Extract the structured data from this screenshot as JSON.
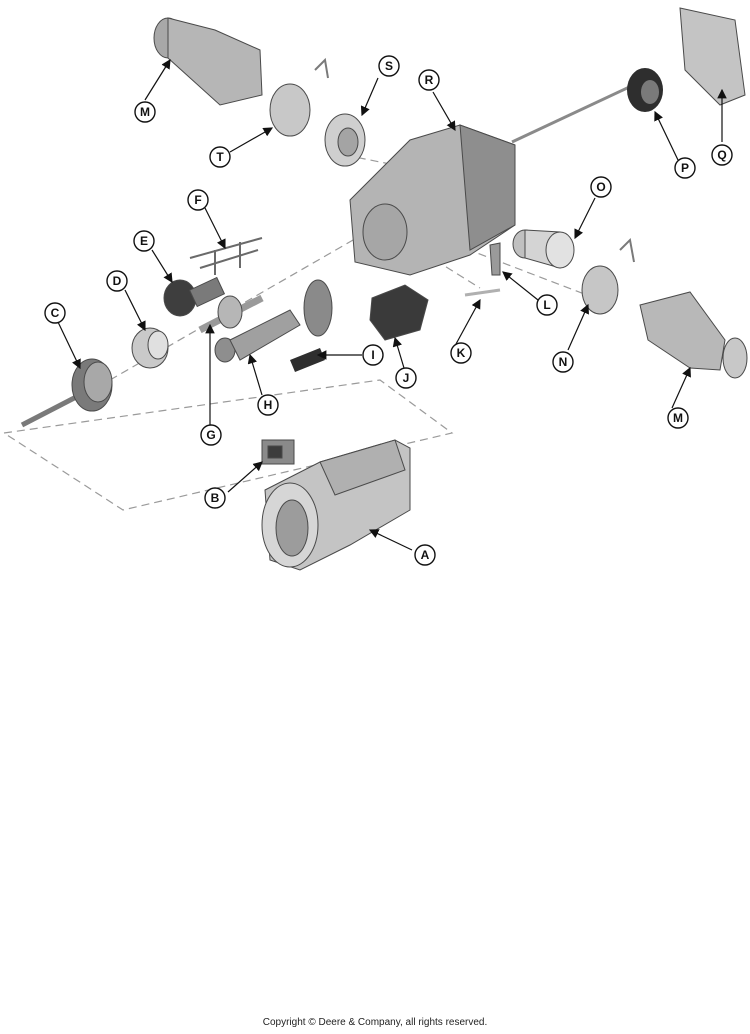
{
  "callouts": {
    "A": "A",
    "B": "B",
    "C": "C",
    "D": "D",
    "E": "E",
    "F": "F",
    "G": "G",
    "H": "H",
    "I": "I",
    "J": "J",
    "K": "K",
    "L": "L",
    "M": "M",
    "N": "N",
    "O": "O",
    "P": "P",
    "Q": "Q",
    "R": "R",
    "S": "S",
    "T": "T"
  },
  "footer": {
    "copyright": "Copyright © Deere & Company, all rights reserved."
  },
  "colors": {
    "part_fill": "#bdbdbd",
    "part_dark": "#7a7a7a",
    "part_black": "#2e2e2e",
    "line": "#111111",
    "dash": "#9a9a9a"
  }
}
